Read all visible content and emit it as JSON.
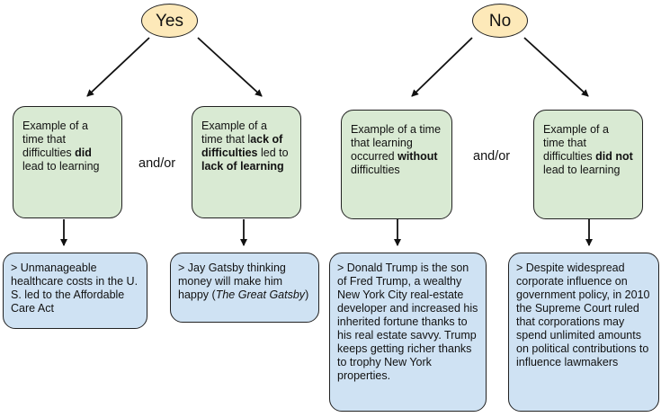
{
  "yes_label": "Yes",
  "no_label": "No",
  "and_or_left": "and/or",
  "and_or_right": "and/or",
  "boxes": {
    "yes_left": {
      "parts": [
        "Example of a time that difficulties ",
        "did",
        " lead to learning"
      ],
      "example": "> Unmanageable healthcare costs in the U. S. led to the Affordable Care Act"
    },
    "yes_right": {
      "parts": [
        "Example of a time that l",
        "ack of difficulties",
        " led to ",
        "lack of learning"
      ],
      "example_parts": [
        "> Jay Gatsby thinking money will make him happy (",
        "The Great Gatsby",
        ")"
      ]
    },
    "no_left": {
      "parts": [
        "Example of a time that learning occurred ",
        "without",
        " difficulties"
      ],
      "example": "> Donald Trump is the son of Fred Trump, a wealthy New York City real-estate developer and increased his inherited fortune thanks to his real estate savvy. Trump keeps getting richer thanks to trophy New York properties."
    },
    "no_right": {
      "parts": [
        "Example of a time that difficulties ",
        "did not",
        " lead to learning"
      ],
      "example": "> Despite widespread corporate influence on government policy, in 2010 the Supreme Court ruled that corporations may spend unlimited amounts on political contributions to influence lawmakers"
    }
  }
}
